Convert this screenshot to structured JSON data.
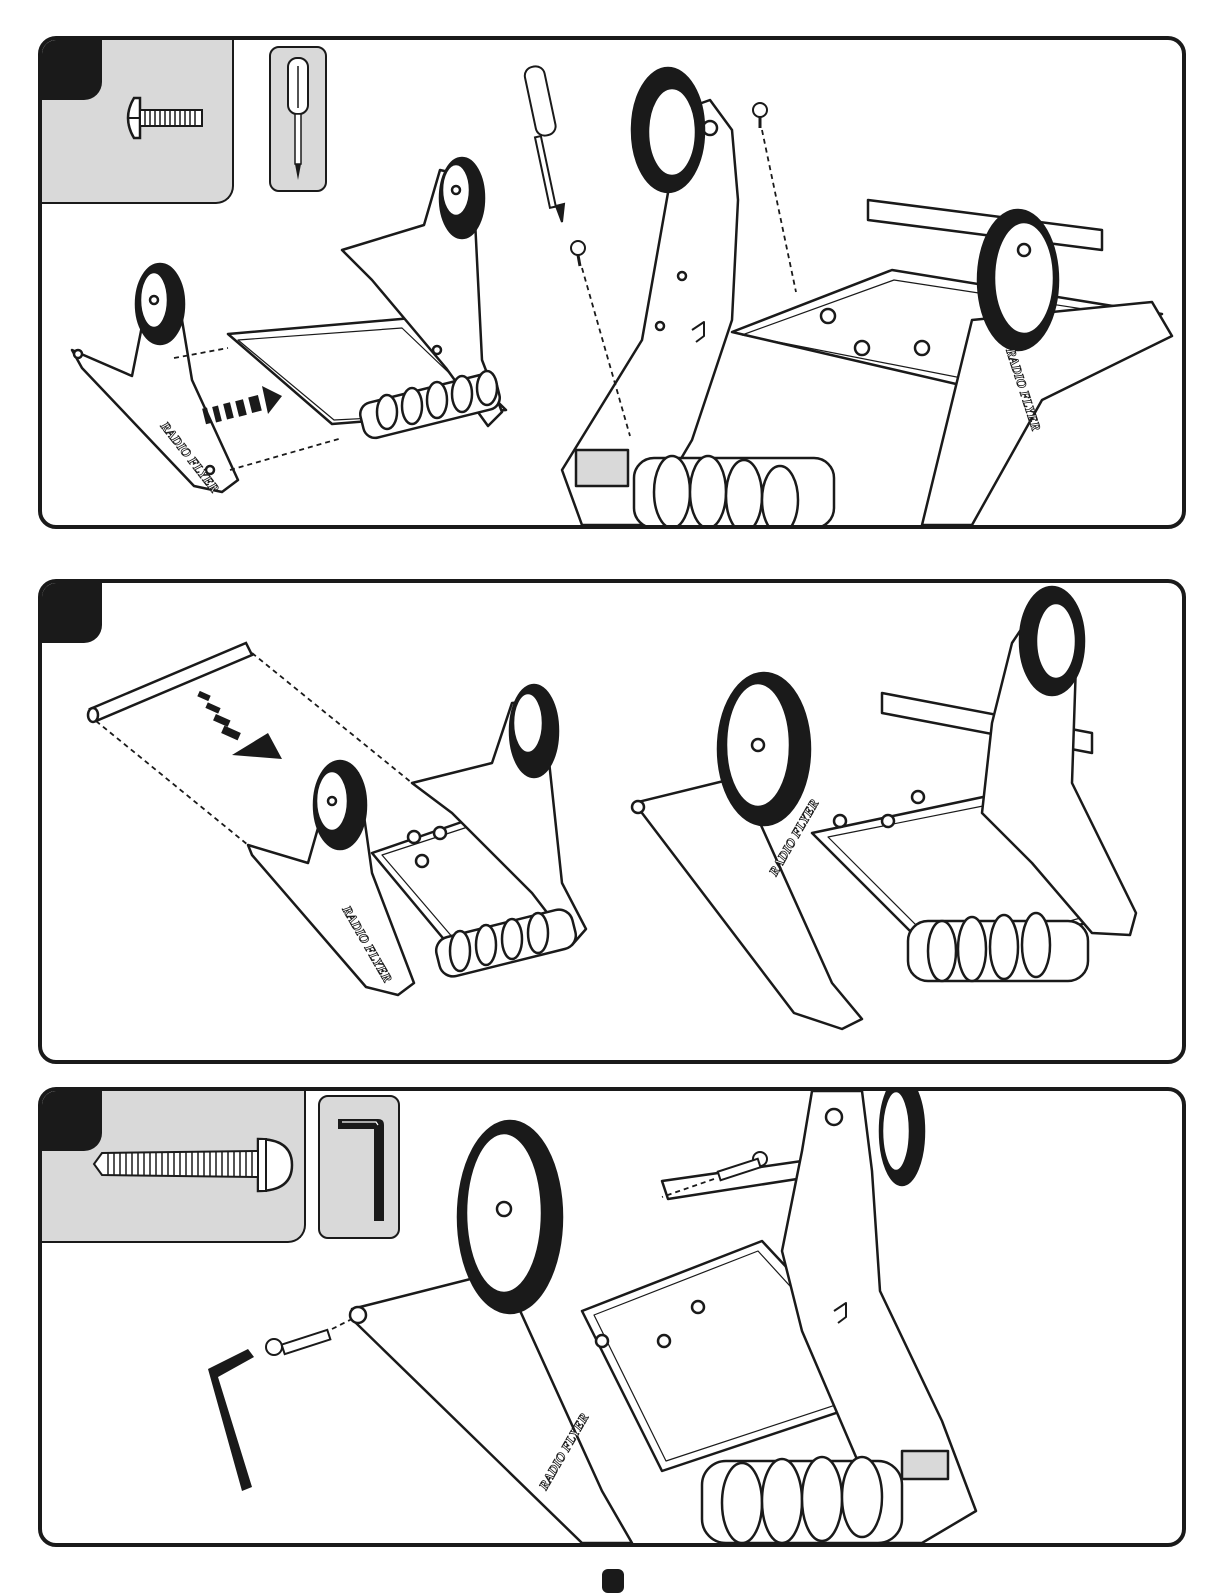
{
  "steps": [
    {
      "number": "",
      "hardware": "screw",
      "tool": "phillips-screwdriver"
    },
    {
      "number": "",
      "hardware": "",
      "tool": ""
    },
    {
      "number": "",
      "hardware": "long-bolt",
      "tool": "hex-key"
    }
  ],
  "brand_mark": "RADIO FLYER",
  "page_number": "",
  "colors": {
    "ink": "#1a1a1a",
    "panel_gray": "#d9d9d9",
    "paper": "#ffffff"
  }
}
